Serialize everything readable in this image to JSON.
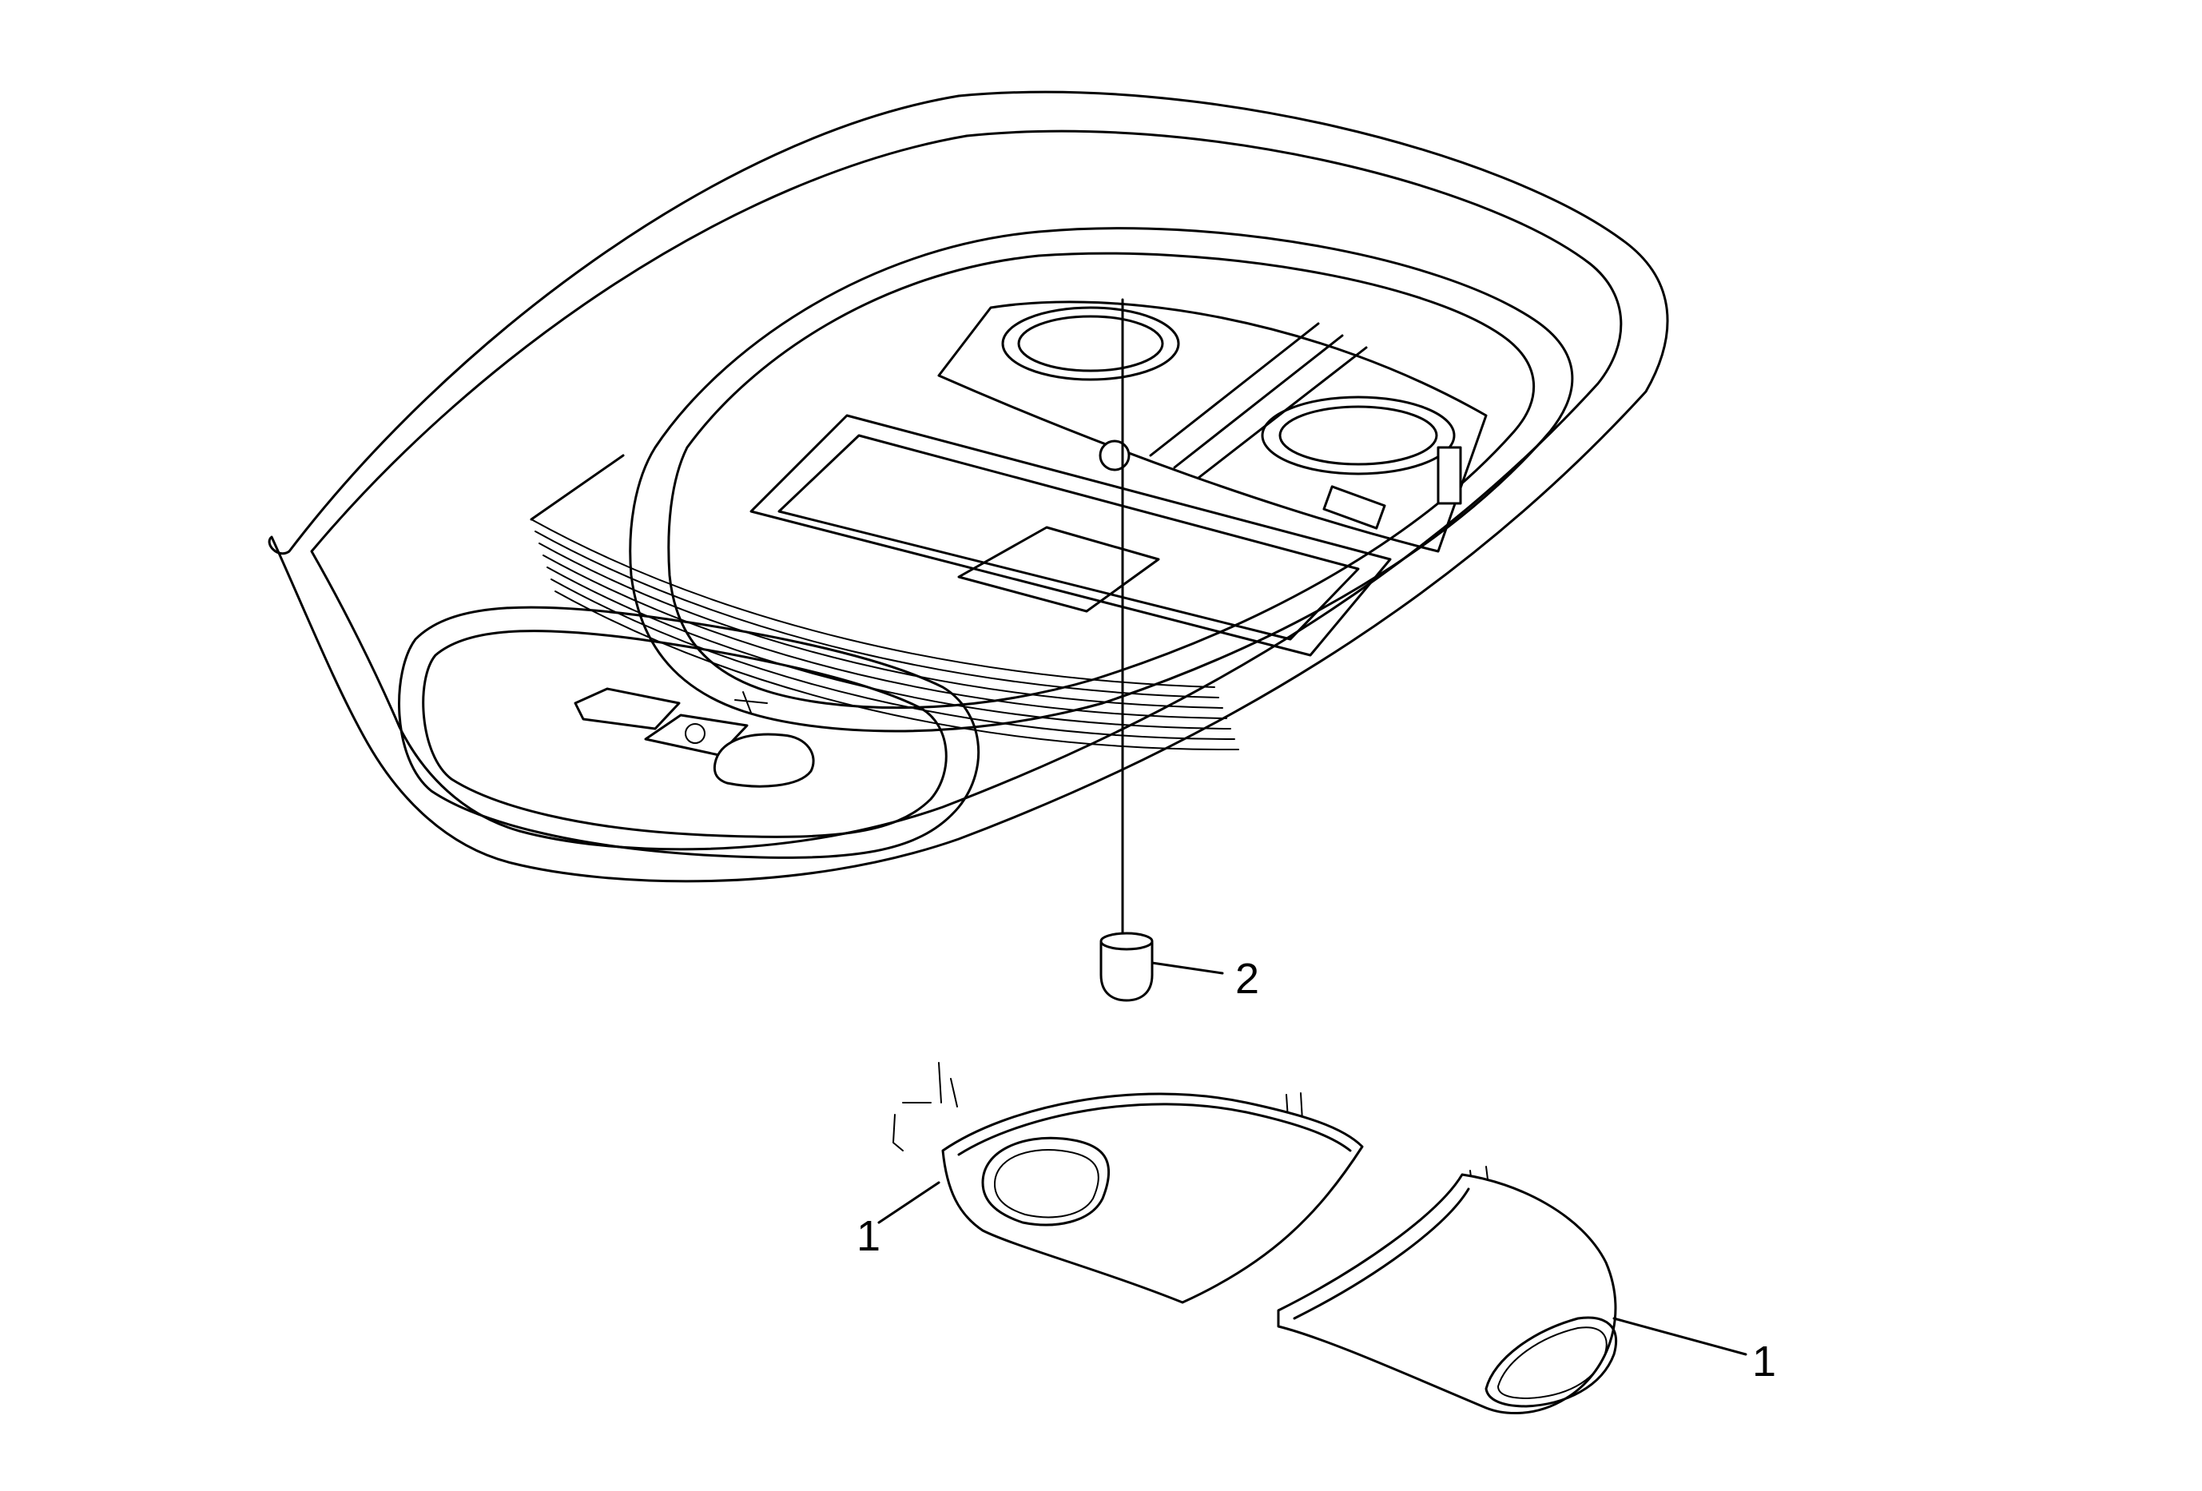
{
  "diagram": {
    "callouts": [
      {
        "id": "lens-left",
        "label": "1"
      },
      {
        "id": "bulb",
        "label": "2"
      },
      {
        "id": "lens-right",
        "label": "1"
      }
    ]
  }
}
